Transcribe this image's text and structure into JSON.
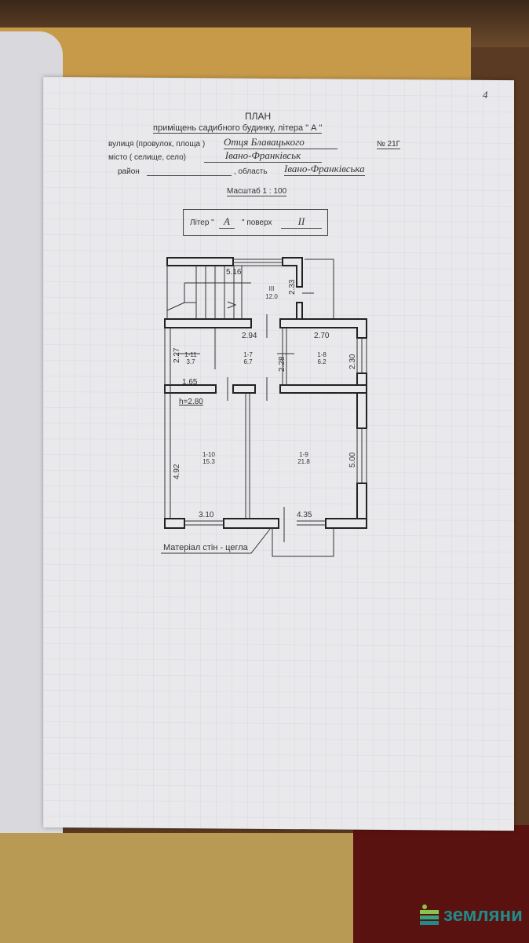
{
  "page_number": "4",
  "title": "ПЛАН",
  "subtitle": "приміщень садибного будинку, літера \"  А  \"",
  "street_label": "вулиця (провулок, площа )",
  "street_value": "Отця Блавацького",
  "house_number": "№ 21Г",
  "city_label": "місто ( селище, село)",
  "city_value": "Івано-Франківськ",
  "district_label": "район",
  "region_label": ", область",
  "region_value": "Івано-Франківська",
  "scale": "Масштаб 1 : 100",
  "liter_box": {
    "liter_label": "Літер \"",
    "liter_value": "А",
    "liter_close": "\"  поверх",
    "floor_value": "II"
  },
  "plan": {
    "dims": [
      "5.16",
      "2.33",
      "2.94",
      "2.70",
      "2.27",
      "2.28",
      "2.30",
      "1.65",
      "h=2.80",
      "4.92",
      "5.00",
      "3.10",
      "4.35"
    ],
    "rooms": [
      {
        "id": "III",
        "area": "12.0"
      },
      {
        "id": "1-11",
        "area": "3.7"
      },
      {
        "id": "1-7",
        "area": "6.7"
      },
      {
        "id": "1-8",
        "area": "6.2"
      },
      {
        "id": "1-10",
        "area": "15.3"
      },
      {
        "id": "1-9",
        "area": "21.8"
      }
    ],
    "material_note": "Матеріал стін - цегла"
  },
  "watermark": "земляни"
}
